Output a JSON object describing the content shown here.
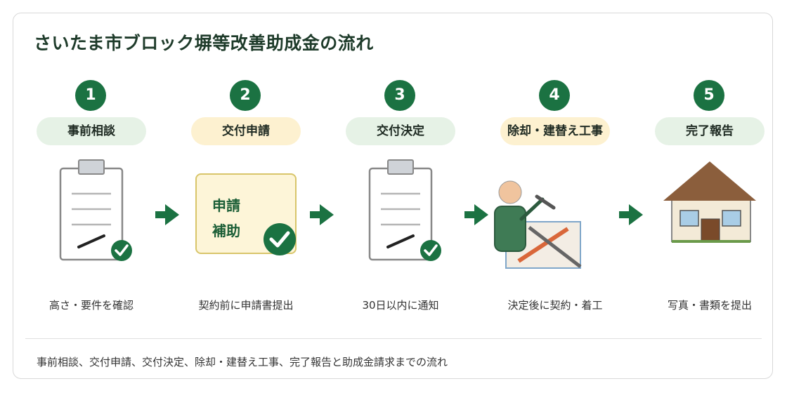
{
  "title": "さいたま市ブロック塀等改善助成金の流れ",
  "steps": [
    {
      "number": "1",
      "label": "事前相談",
      "caption": "高さ・要件を確認"
    },
    {
      "number": "2",
      "label": "交付申請",
      "caption": "契約前に申請書提出",
      "doc_line1": "申請",
      "doc_line2": "補助"
    },
    {
      "number": "3",
      "label": "交付決定",
      "caption": "30日以内に通知"
    },
    {
      "number": "4",
      "label": "除却・建替え工事",
      "caption": "決定後に契約・着工"
    },
    {
      "number": "5",
      "label": "完了報告",
      "caption": "写真・書類を提出"
    }
  ],
  "footer": "事前相談、交付申請、交付決定、除却・建替え工事、完了報告と助成金請求までの流れ",
  "colors": {
    "accent_green": "#1b7242",
    "pill_green": "#e6f2e6",
    "pill_yellow": "#fdf1d0",
    "title": "#1e3b2a",
    "roof": "#8b5e3c"
  },
  "icons": [
    "clipboard-check-icon",
    "application-document-icon",
    "clipboard-check-icon",
    "worker-demolition-icon",
    "house-icon",
    "arrow-right-icon"
  ]
}
